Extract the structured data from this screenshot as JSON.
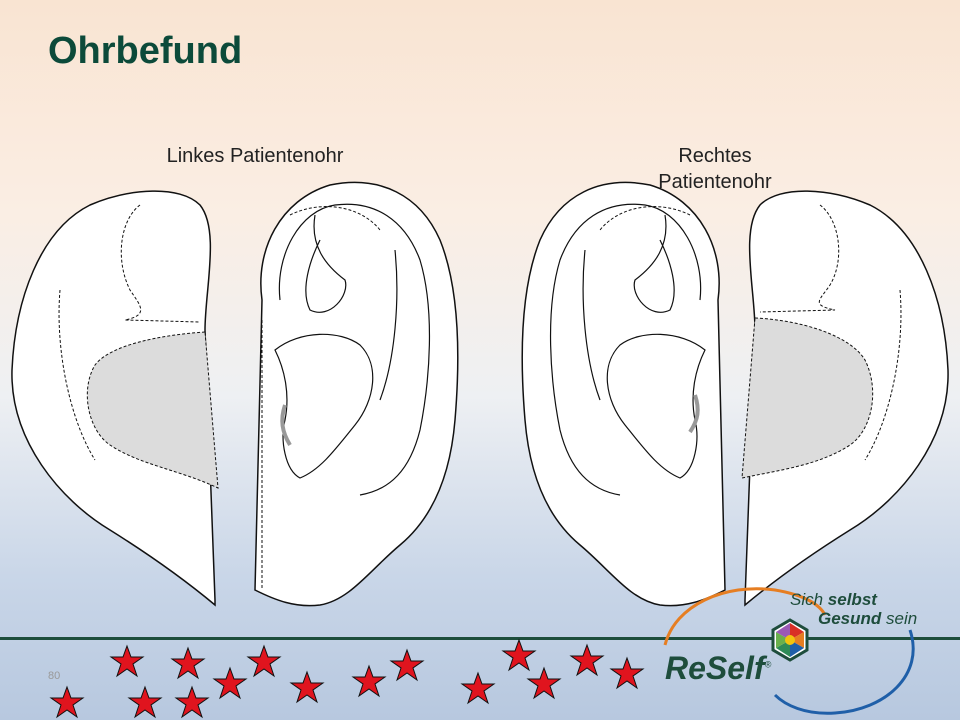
{
  "slide": {
    "title": "Ohrbefund",
    "left_caption": "Linkes Patientenohr",
    "right_caption_line1": "Rechtes",
    "right_caption_line2": "Patientenohr",
    "page_number": "80"
  },
  "logo": {
    "brand": "ReSelf",
    "registered": "®",
    "slogan_line1_pre": "Sich ",
    "slogan_line1_bold": "selbst",
    "slogan_line2_bold": "Gesund",
    "slogan_line2_post": " sein"
  },
  "colors": {
    "title": "#0c4a3a",
    "divider": "#1e4d3c",
    "star_fill": "#e0141e",
    "star_stroke": "#111111",
    "ear_shade": "#dcdcdc"
  }
}
